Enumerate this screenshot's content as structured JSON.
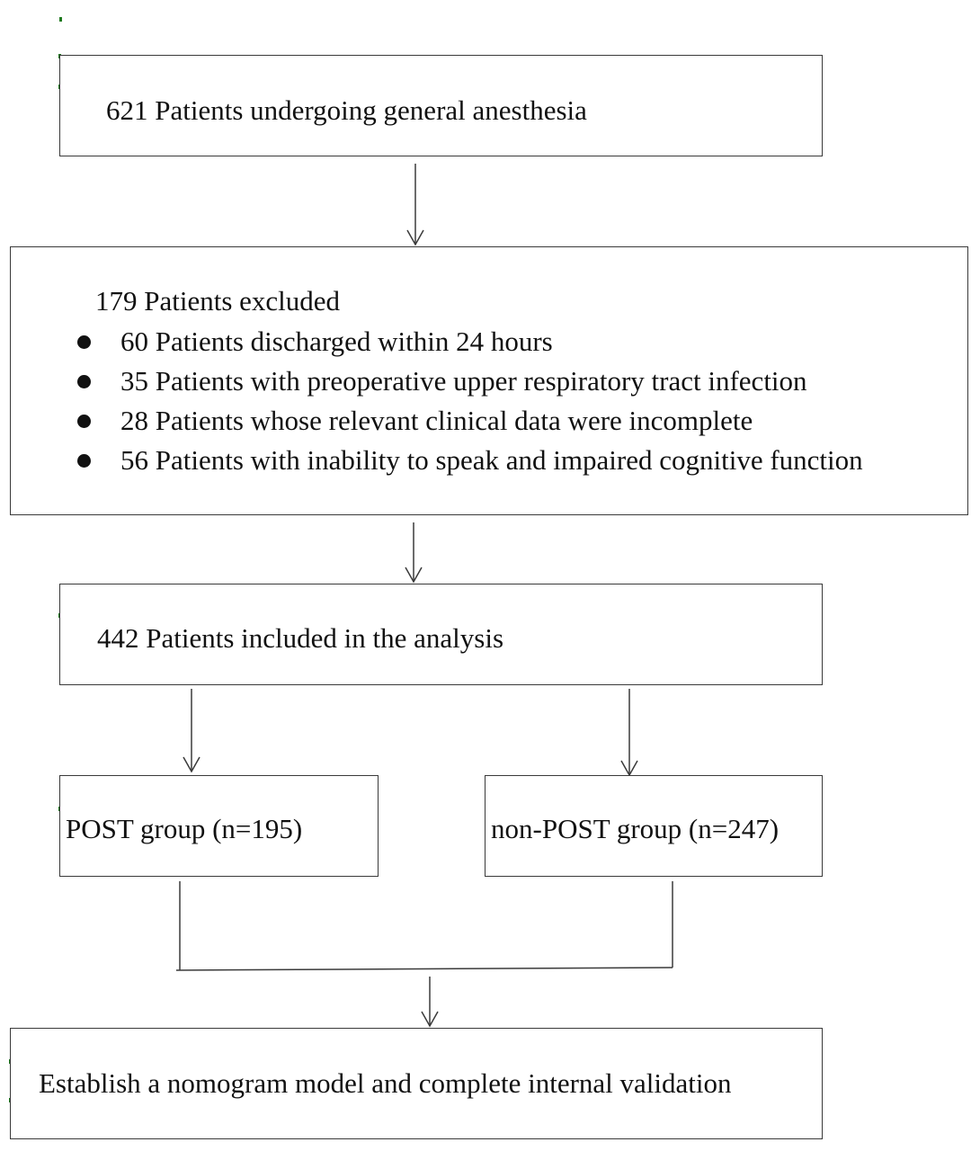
{
  "flowchart": {
    "enrolled": "621 Patients undergoing general anesthesia",
    "excluded": {
      "title": "179 Patients excluded",
      "reasons": [
        "60 Patients discharged within 24 hours",
        "35 Patients with preoperative upper respiratory tract infection",
        "28 Patients whose relevant clinical data were incomplete",
        "56 Patients with inability to speak and impaired cognitive function"
      ]
    },
    "included": "442 Patients included in the analysis",
    "groups": {
      "post": "POST group (n=195)",
      "non_post": "non-POST group (n=247)"
    },
    "outcome": "Establish a nomogram model and complete internal validation"
  },
  "colors": {
    "border": "#3a3a3a",
    "text": "#111111",
    "marker": "#1f7a1f"
  }
}
